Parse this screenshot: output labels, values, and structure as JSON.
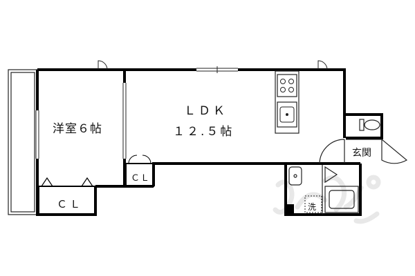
{
  "rooms": {
    "western_room": "洋室６帖",
    "ldk_name": "ＬＤＫ",
    "ldk_size": "１２.５帖",
    "closet_large": "ＣＬ",
    "closet_small": "ＣＬ",
    "entrance": "玄関",
    "washer": "洗"
  },
  "icons": {
    "stove": "stove-burner-icon",
    "sink": "kitchen-sink-icon",
    "toilet": "toilet-icon",
    "washbasin": "washbasin-icon",
    "bathtub": "bathtub-icon"
  },
  "colors": {
    "wall": "#000000",
    "line": "#222222",
    "watermark": "#e6e6e6"
  }
}
